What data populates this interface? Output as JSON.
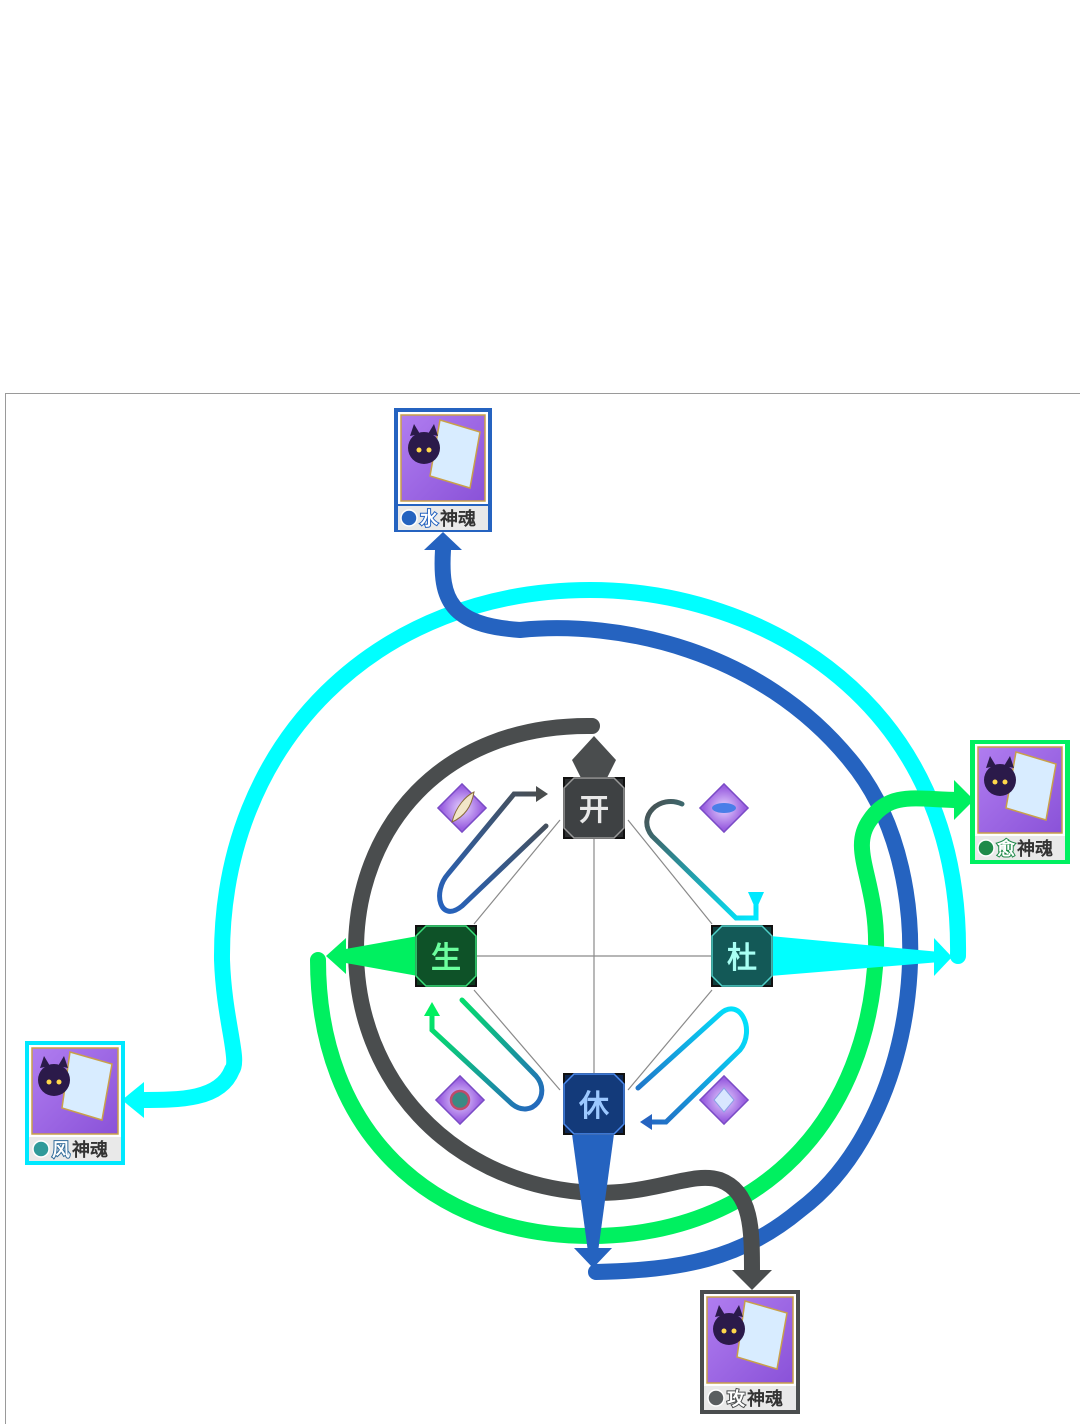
{
  "colors": {
    "water": "#2563c0",
    "wind": "#00ffff",
    "heal": "#00f060",
    "attack": "#4a4d4e",
    "card_purple": "#a86ee8"
  },
  "gates": {
    "kai": "开",
    "du": "杜",
    "xiu": "休",
    "sheng": "生"
  },
  "cards": {
    "water": {
      "element": "水",
      "suffix": "神魂"
    },
    "heal": {
      "element": "愈",
      "suffix": "神魂"
    },
    "wind": {
      "element": "风",
      "suffix": "神魂"
    },
    "attack": {
      "element": "攻",
      "suffix": "神魂"
    }
  },
  "icons": {
    "card_art": "purple-cat-sprite-on-ice-card",
    "water_badge": "swirl-icon",
    "heal_badge": "heart-icon",
    "wind_badge": "wind-icon",
    "attack_badge": "blade-icon",
    "small_items": [
      "feather-item-icon",
      "fish-item-icon",
      "orb-item-icon",
      "crystal-item-icon"
    ]
  }
}
